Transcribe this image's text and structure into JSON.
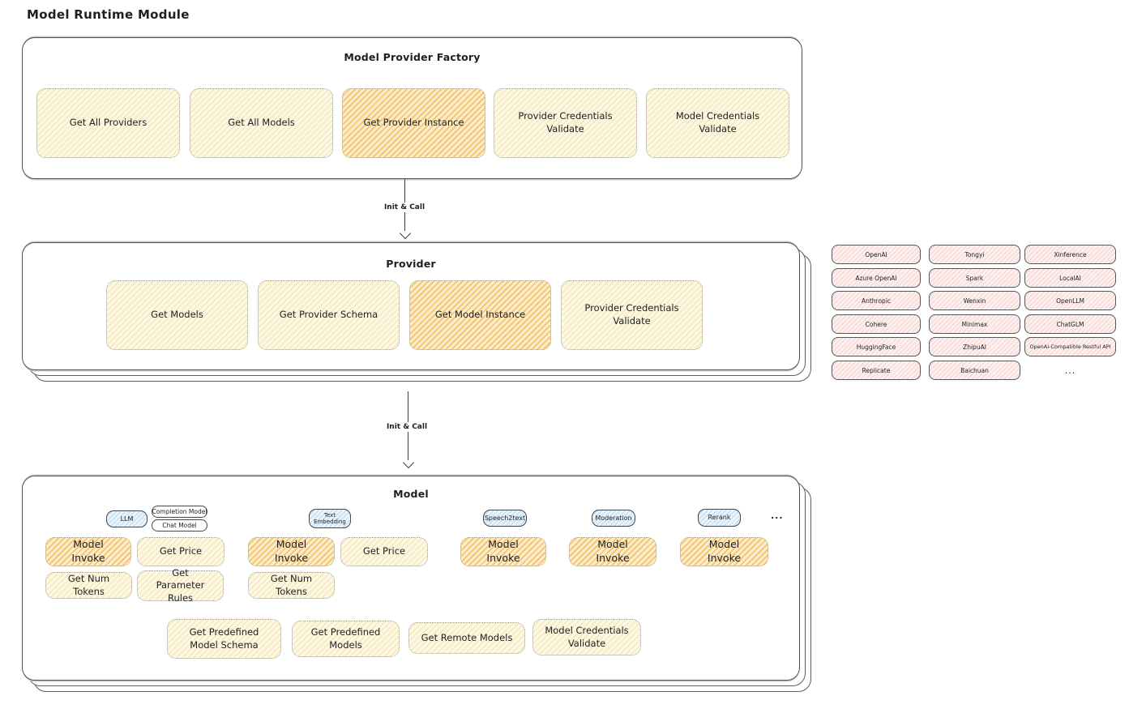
{
  "title": "Model Runtime Module",
  "colors": {
    "action_yellow": "#fdf8e6",
    "highlight_orange": "#f4b752",
    "type_tag_blue": "#e9f4fc",
    "provider_pink": "#fdf1f0",
    "outline_dark": "#4a4e55",
    "text": "#1d1f23"
  },
  "factory": {
    "title": "Model Provider Factory",
    "buttons": [
      "Get All Providers",
      "Get All Models",
      "Get Provider Instance",
      "Provider Credentials Validate",
      "Model Credentials Validate"
    ]
  },
  "arrows": {
    "init_call_1": "Init & Call",
    "init_call_2": "Init & Call"
  },
  "provider": {
    "title": "Provider",
    "buttons": [
      "Get Models",
      "Get Provider Schema",
      "Get Model Instance",
      "Provider Credentials Validate"
    ]
  },
  "model": {
    "title": "Model",
    "types": {
      "llm": "LLM",
      "completion_model": "Completion Model",
      "chat_model": "Chat Model",
      "text_embedding": "Text Embedding",
      "speech2text": "Speech2text",
      "moderation": "Moderation",
      "rerank": "Rerank",
      "more": "..."
    },
    "actions": {
      "model_invoke": "Model Invoke",
      "get_price": "Get Price",
      "get_num_tokens": "Get Num Tokens",
      "get_parameter_rules": "Get Parameter Rules"
    },
    "bottom_buttons": [
      "Get Predefined Model Schema",
      "Get Predefined Models",
      "Get Remote Models",
      "Model Credentials Validate"
    ]
  },
  "providers_grid": [
    "OpenAI",
    "Tongyi",
    "Xinference",
    "Azure OpenAI",
    "Spark",
    "LocalAI",
    "Anthropic",
    "Wenxin",
    "OpenLLM",
    "Cohere",
    "Minimax",
    "ChatGLM",
    "HuggingFace",
    "ZhipuAI",
    "OpenAI-Compatible Restful API",
    "Replicate",
    "Baichuan",
    "..."
  ]
}
